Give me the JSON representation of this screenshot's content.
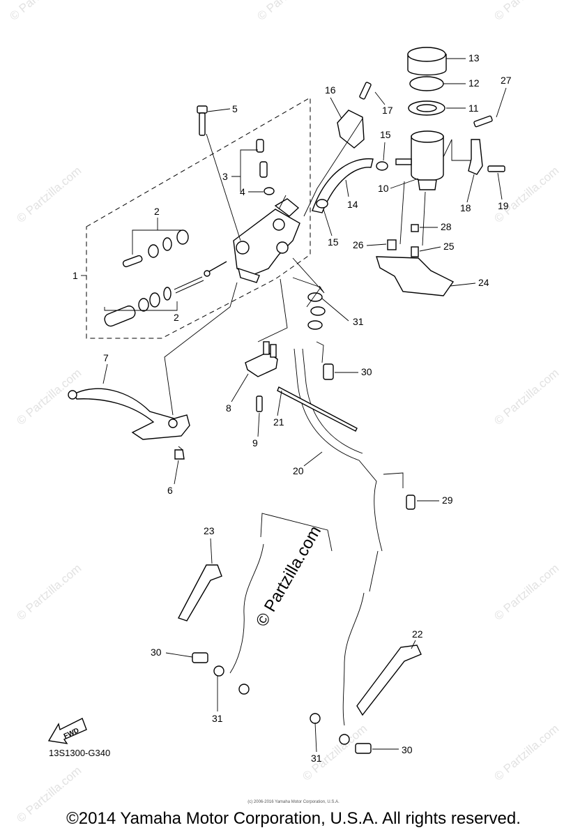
{
  "watermark_text": "© Partzilla.com",
  "center_watermark_text": "© Partzilla.com",
  "diagram_code": "13S1300-G340",
  "fwd_label": "FWD",
  "small_note": "(c) 2006-2016 Yamaha Motor Corporation, U.S.A.",
  "copyright": "©2014 Yamaha Motor Corporation, U.S.A. All rights reserved.",
  "callouts": {
    "c1": "1",
    "c2a": "2",
    "c2b": "2",
    "c3": "3",
    "c4": "4",
    "c5": "5",
    "c6": "6",
    "c7": "7",
    "c8": "8",
    "c9": "9",
    "c10": "10",
    "c11": "11",
    "c12": "12",
    "c13": "13",
    "c14": "14",
    "c15a": "15",
    "c15b": "15",
    "c16": "16",
    "c17": "17",
    "c18": "18",
    "c19": "19",
    "c20": "20",
    "c21": "21",
    "c22": "22",
    "c23": "23",
    "c24": "24",
    "c25": "25",
    "c26": "26",
    "c27": "27",
    "c28": "28",
    "c29": "29",
    "c30a": "30",
    "c30b": "30",
    "c30c": "30",
    "c31a": "31",
    "c31b": "31",
    "c31c": "31"
  }
}
